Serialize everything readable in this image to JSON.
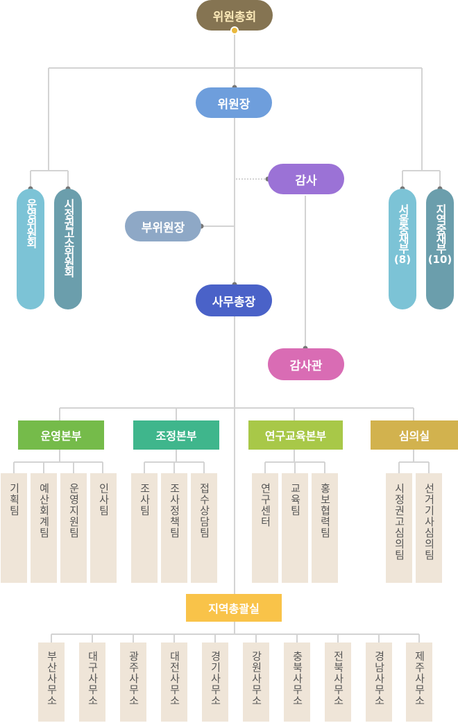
{
  "general_assembly": "위원총회",
  "chairman": "위원장",
  "auditor": "감사",
  "vice_chairman": "부위원장",
  "secretary_general": "사무총장",
  "inspector": "감사관",
  "left_committees": [
    "운영위원회",
    "시정권고소위원회"
  ],
  "right_committees": [
    {
      "label": "서울중재부",
      "count": "(8)"
    },
    {
      "label": "지역중재부",
      "count": "(10)"
    }
  ],
  "divisions": [
    {
      "name": "운영본부",
      "color": "#75bb4a",
      "teams": [
        "기획팀",
        "예산회계팀",
        "운영지원팀",
        "인사팀"
      ]
    },
    {
      "name": "조정본부",
      "color": "#3fb68c",
      "teams": [
        "조사팀",
        "조사정책팀",
        "접수상담팀"
      ]
    },
    {
      "name": "연구교육본부",
      "color": "#a8c848",
      "teams": [
        "연구센터",
        "교육팀",
        "홍보협력팀"
      ]
    },
    {
      "name": "심의실",
      "color": "#d2b24e",
      "teams": [
        "시정권고심의팀",
        "선거기사심의팀"
      ]
    }
  ],
  "regional": {
    "name": "지역총괄실",
    "offices": [
      "부산사무소",
      "대구사무소",
      "광주사무소",
      "대전사무소",
      "경기사무소",
      "강원사무소",
      "충북사무소",
      "전북사무소",
      "경남사무소",
      "제주사무소"
    ]
  },
  "colors": {
    "assembly": "#857452",
    "chairman": "#6e9edc",
    "auditor": "#9b72d6",
    "vice_chairman": "#8ea8c6",
    "secretary": "#4a62c8",
    "inspector": "#d96cb4",
    "committee_light": "#7cc3d6",
    "committee_dark": "#6b9eac",
    "regional": "#f9c349",
    "team_box": "#efe5d8",
    "line": "#d3d3d3"
  }
}
